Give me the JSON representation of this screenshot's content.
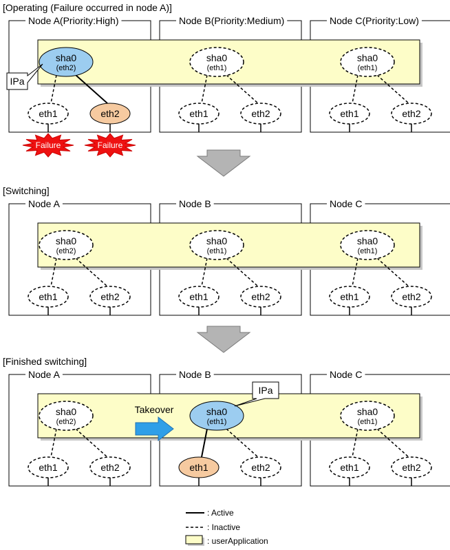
{
  "sections": [
    {
      "title": "[Operating (Failure occurred in node A)]",
      "nodes": [
        {
          "label": "Node  A(Priority:High)",
          "sha_name": "sha0",
          "sha_if": "(eth2)",
          "sha_active": true,
          "eth1_label": "eth1",
          "eth2_label": "eth2",
          "active_eth": "eth2",
          "ipa": "IPa",
          "failures": [
            "Failure",
            "Failure"
          ]
        },
        {
          "label": "Node  B(Priority:Medium)",
          "sha_name": "sha0",
          "sha_if": "(eth1)",
          "sha_active": false,
          "eth1_label": "eth1",
          "eth2_label": "eth2",
          "active_eth": null
        },
        {
          "label": "Node  C(Priority:Low)",
          "sha_name": "sha0",
          "sha_if": "(eth1)",
          "sha_active": false,
          "eth1_label": "eth1",
          "eth2_label": "eth2",
          "active_eth": null
        }
      ]
    },
    {
      "title": "[Switching]",
      "nodes": [
        {
          "label": "Node A",
          "sha_name": "sha0",
          "sha_if": "(eth2)",
          "sha_active": false,
          "eth1_label": "eth1",
          "eth2_label": "eth2",
          "active_eth": null
        },
        {
          "label": "Node B",
          "sha_name": "sha0",
          "sha_if": "(eth1)",
          "sha_active": false,
          "eth1_label": "eth1",
          "eth2_label": "eth2",
          "active_eth": null
        },
        {
          "label": "Node C",
          "sha_name": "sha0",
          "sha_if": "(eth1)",
          "sha_active": false,
          "eth1_label": "eth1",
          "eth2_label": "eth2",
          "active_eth": null
        }
      ]
    },
    {
      "title": "[Finished switching]",
      "takeover": "Takeover",
      "nodes": [
        {
          "label": "Node A",
          "sha_name": "sha0",
          "sha_if": "(eth2)",
          "sha_active": false,
          "eth1_label": "eth1",
          "eth2_label": "eth2",
          "active_eth": null
        },
        {
          "label": "Node B",
          "sha_name": "sha0",
          "sha_if": "(eth1)",
          "sha_active": true,
          "eth1_label": "eth1",
          "eth2_label": "eth2",
          "active_eth": "eth1",
          "ipa": "IPa"
        },
        {
          "label": "Node C",
          "sha_name": "sha0",
          "sha_if": "(eth1)",
          "sha_active": false,
          "eth1_label": "eth1",
          "eth2_label": "eth2",
          "active_eth": null
        }
      ]
    }
  ],
  "legend": {
    "active": ": Active",
    "inactive": ": Inactive",
    "userapp": ": userApplication"
  },
  "colors": {
    "sha_active_fill": "#9ccdf0",
    "eth_active_fill": "#f6caa0",
    "userapp_fill": "#fdfdc8",
    "userapp_shadow": "#c6c6c6",
    "failure_fill": "#ee1111",
    "arrow_fill": "#b4b4b4",
    "takeover_arrow": "#2f9fe8"
  }
}
